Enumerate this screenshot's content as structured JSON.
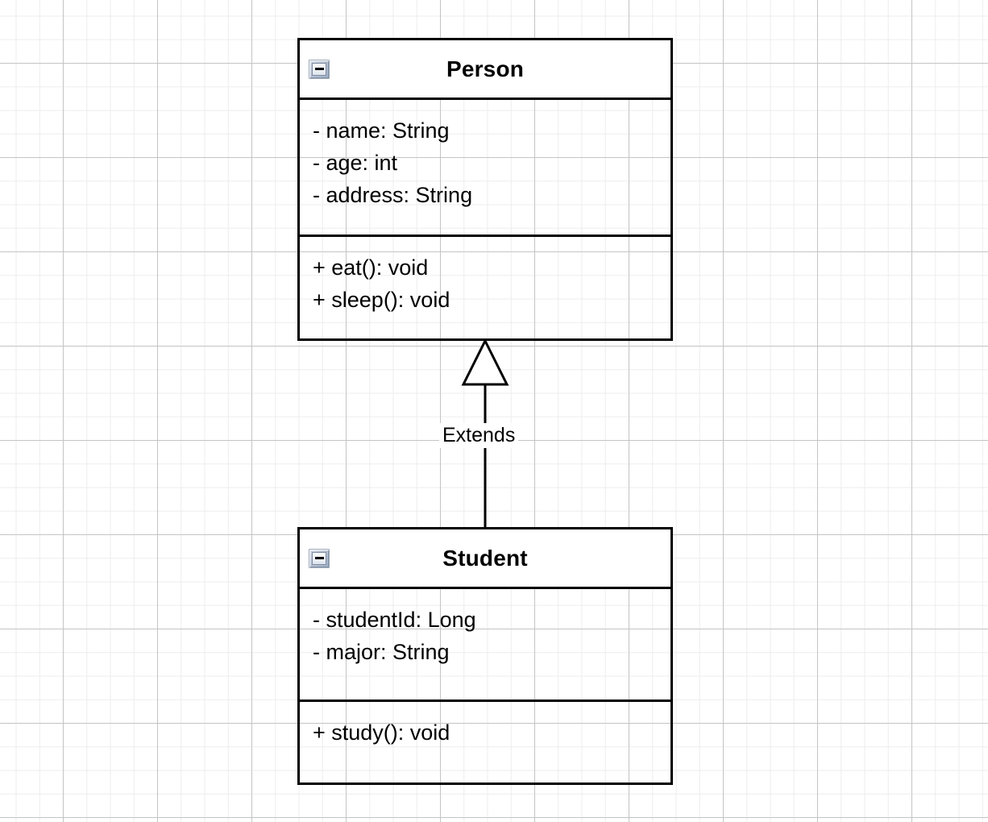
{
  "diagram": {
    "type": "uml-class-diagram",
    "canvas": {
      "background": "#ffffff",
      "grid_minor_color": "#ededed",
      "grid_major_color": "#c4c4c4"
    },
    "classes": [
      {
        "id": "person",
        "name": "Person",
        "collapse_icon": "minus-icon",
        "attributes": [
          "- name: String",
          "- age: int",
          "- address: String"
        ],
        "methods": [
          "+ eat(): void",
          "+ sleep(): void"
        ]
      },
      {
        "id": "student",
        "name": "Student",
        "collapse_icon": "minus-icon",
        "attributes": [
          "- studentId: Long",
          "- major: String"
        ],
        "methods": [
          "+ study(): void"
        ]
      }
    ],
    "relationships": [
      {
        "id": "extends",
        "label": "Extends",
        "kind": "generalization",
        "from": "Student",
        "to": "Person",
        "arrowhead": "hollow-triangle",
        "line_color": "#000000"
      }
    ]
  }
}
